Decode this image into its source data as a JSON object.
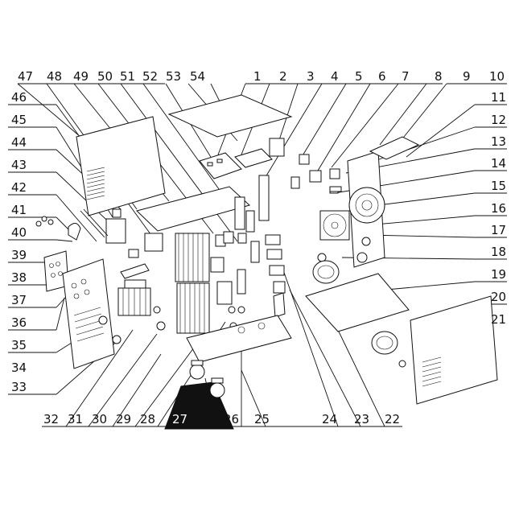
{
  "diagram": {
    "callouts_top": [
      "47",
      "48",
      "49",
      "50",
      "51",
      "52",
      "53",
      "54",
      "1",
      "2",
      "3",
      "4",
      "5",
      "6",
      "7",
      "8",
      "9",
      "10"
    ],
    "callouts_left": [
      "46",
      "45",
      "44",
      "43",
      "42",
      "41",
      "40",
      "39",
      "38",
      "37",
      "36",
      "35",
      "34",
      "33"
    ],
    "callouts_right": [
      "11",
      "12",
      "13",
      "14",
      "15",
      "16",
      "17",
      "18",
      "19",
      "20",
      "21"
    ],
    "callouts_bottom": [
      "32",
      "31",
      "30",
      "29",
      "28",
      "27",
      "26",
      "25",
      "24",
      "23",
      "22"
    ]
  },
  "colors": {
    "ink": "#111111",
    "paper": "#ffffff"
  }
}
